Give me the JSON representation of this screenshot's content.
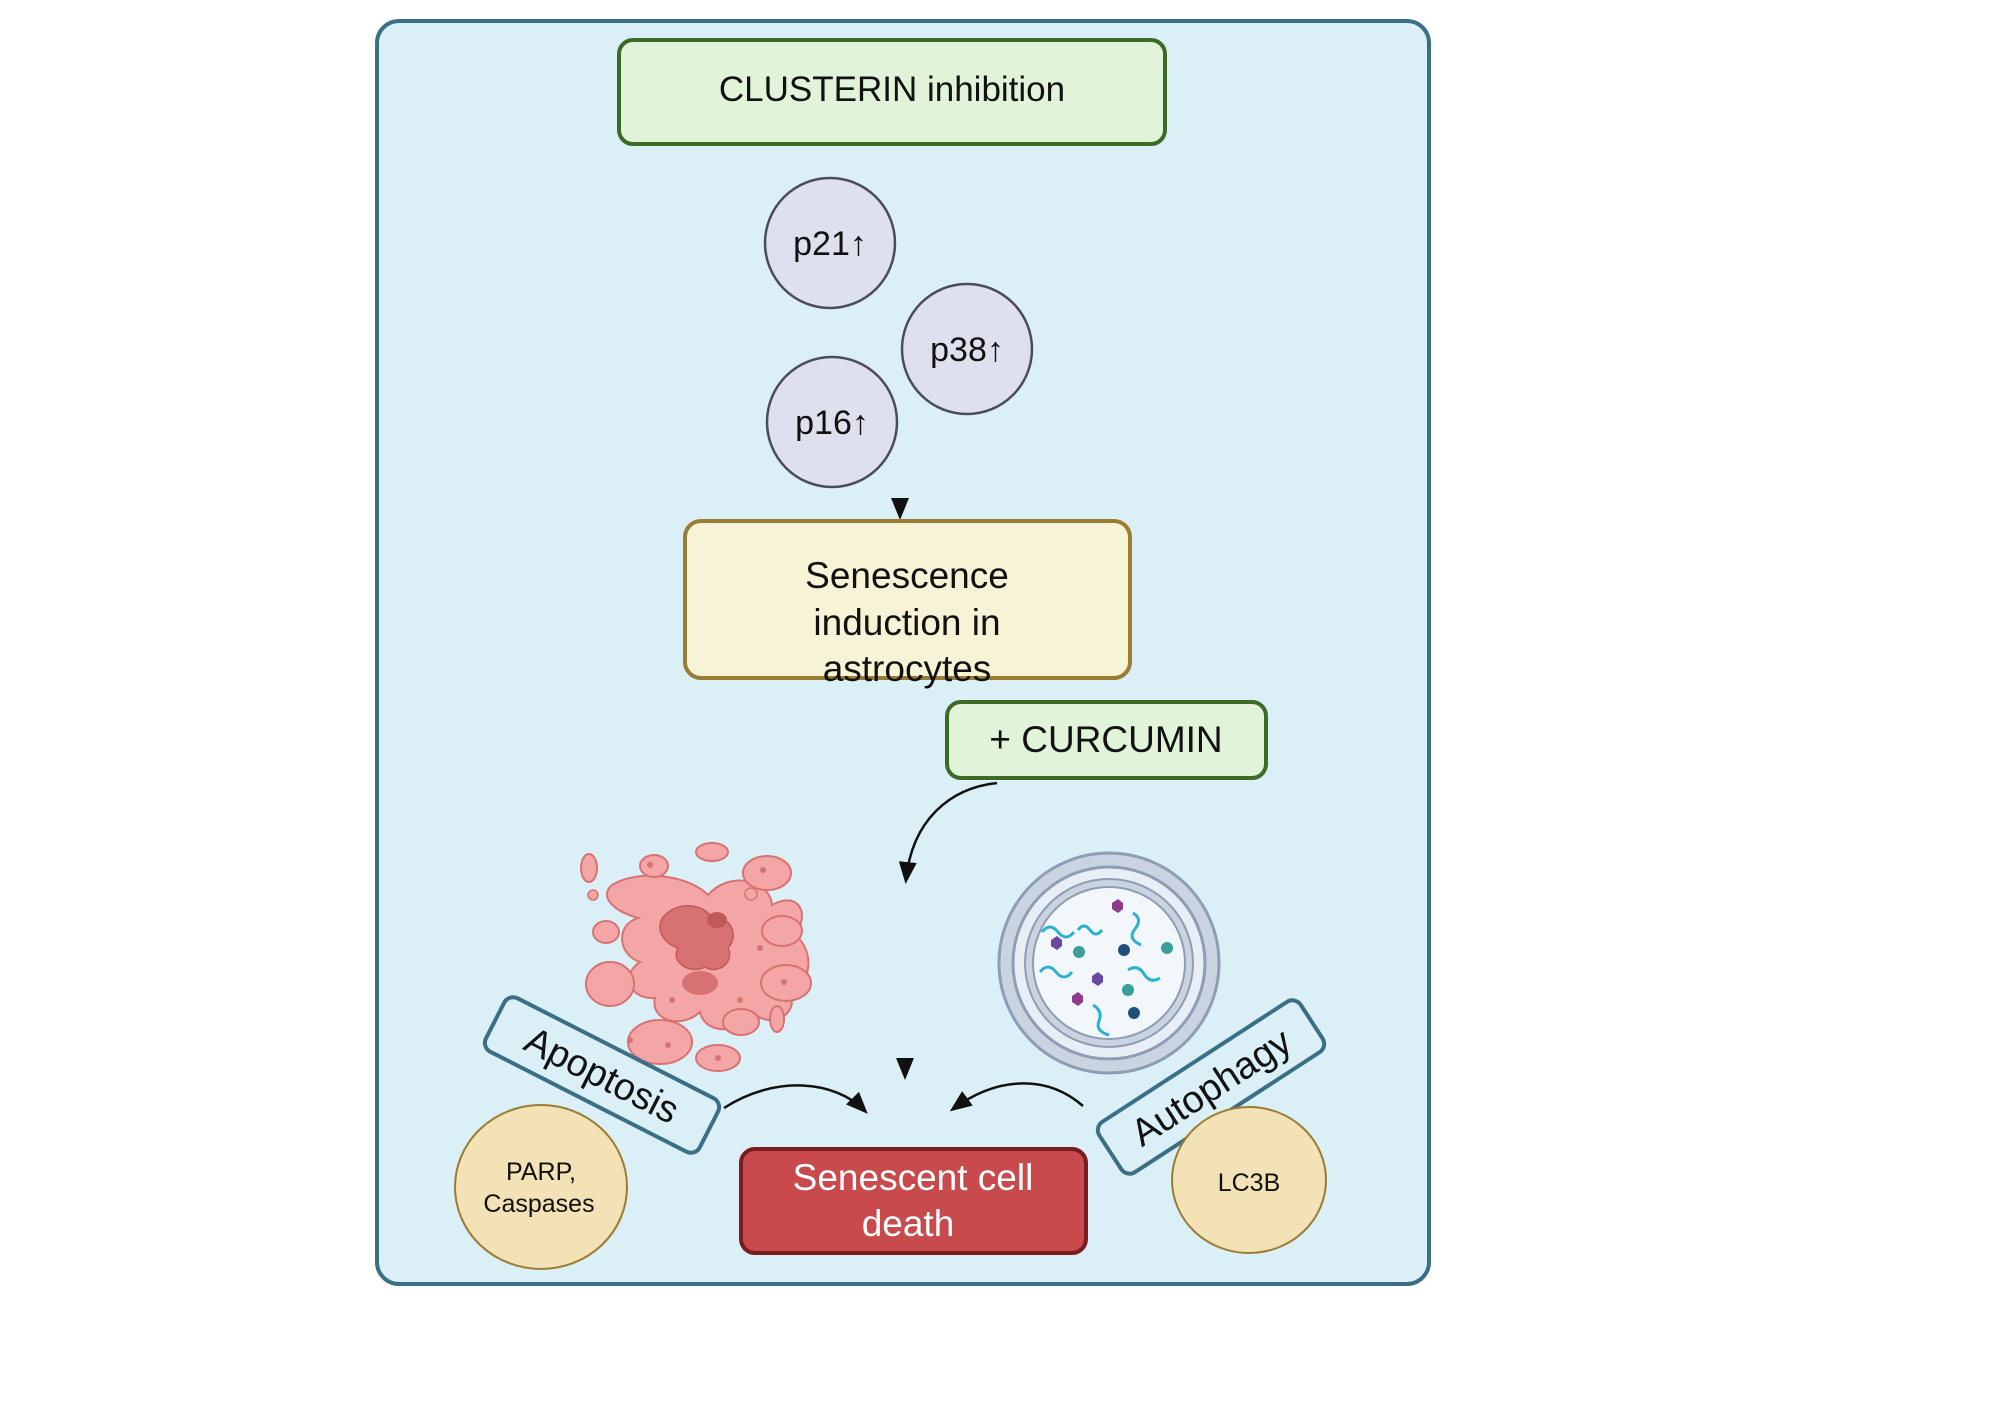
{
  "nodes": {
    "clusterin": "CLUSTERIN inhibition",
    "p21": "p21↑",
    "p38": "p38↑",
    "p16": "p16↑",
    "senescence": [
      "Senescence",
      "induction in",
      "astrocytes"
    ],
    "curcumin": "+ CURCUMIN",
    "death": [
      "Senescent cell",
      "death"
    ],
    "apoptosis": "Apoptosis",
    "autophagy": "Autophagy",
    "parp": [
      "PARP,",
      "Caspases"
    ],
    "lc3b": "LC3B"
  },
  "icons": {
    "apoptotic_cell": "apoptotic-cell-icon",
    "autophagosome": "autophagosome-icon"
  },
  "colors": {
    "panel_fill": "#dbeff6",
    "panel_border": "#3a6f86",
    "green_fill": "#e1f4d9",
    "green_border": "#3d6b27",
    "marker_fill": "#dfe0ee",
    "marker_border": "#4b4c5a",
    "senescence_fill": "#f6f3d6",
    "senescence_border": "#9a7c33",
    "death_fill": "#c94a4c",
    "death_border": "#7a1b1d",
    "death_text": "#ffffff",
    "tan_fill": "#f2e2b6",
    "tan_border": "#9a7c33",
    "apoptosis_pink": "#f4a6a6",
    "apoptosis_dark": "#d87272"
  }
}
